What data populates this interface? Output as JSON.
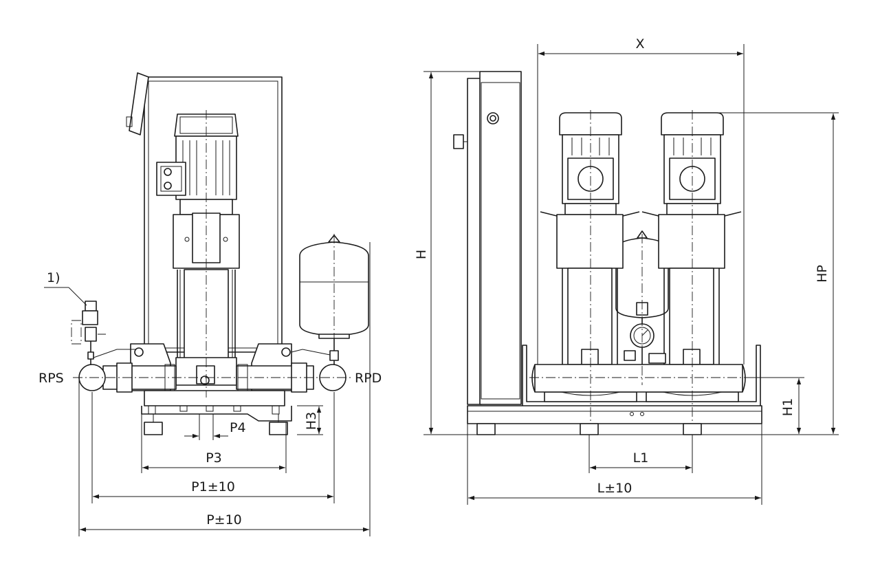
{
  "front_view": {
    "labels": {
      "note": "1)",
      "suction": "RPS",
      "discharge": "RPD",
      "p4": "P4",
      "h3": "H3",
      "p3": "P3",
      "p1": "P1±10",
      "p": "P±10"
    }
  },
  "side_view": {
    "labels": {
      "x": "X",
      "h": "H",
      "hp": "HP",
      "h1": "H1",
      "l1": "L1",
      "l": "L±10"
    }
  },
  "colors": {
    "line": "#1a1a1a",
    "background": "#ffffff"
  }
}
